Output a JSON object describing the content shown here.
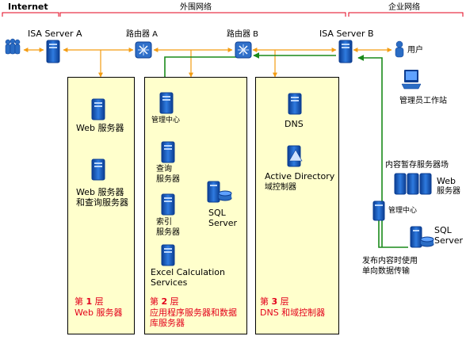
{
  "zones": {
    "internet": "Internet",
    "perimeter": "外围网络",
    "corporate": "企业网络"
  },
  "nodes": {
    "isa_a": "ISA Server A",
    "router_a": "路由器 A",
    "router_b": "路由器 B",
    "isa_b": "ISA Server B",
    "users": "用户",
    "admin_workstation": "管理员工作站"
  },
  "tier1": {
    "web1": "Web 服务器",
    "web2_line1": "Web 服务器",
    "web2_line2": "和查询服务器",
    "tier_label": "第 1 层",
    "tier_desc": "Web 服务器",
    "tier_num": "1"
  },
  "tier2": {
    "admin_center": "管理中心",
    "query_line1": "查询",
    "query_line2": "服务器",
    "index_line1": "索引",
    "index_line2": "服务器",
    "sql_line1": "SQL",
    "sql_line2": "Server",
    "excel_line1": "Excel Calculation",
    "excel_line2": "Services",
    "tier_desc_line1": "应用程序服务器和数据",
    "tier_desc_line2": "库服务器"
  },
  "tier3": {
    "dns": "DNS",
    "ad_line1": "Active Directory",
    "ad_line2": "域控制器",
    "tier_desc": "DNS 和域控制器"
  },
  "corporate": {
    "staging_farm": "内容暂存服务器场",
    "web_line1": "Web",
    "web_line2": "服务器",
    "admin_center": "管理中心",
    "sql_line1": "SQL",
    "sql_line2": "Server",
    "publish_line1": "发布内容时使用",
    "publish_line2": "单向数据传输"
  },
  "tier_prefix": "第",
  "tier_suffix": "层",
  "tier_numbers": [
    "1",
    "2",
    "3"
  ],
  "colors": {
    "tier_fill": "#ffffcc",
    "zone_bracket": "#e3001b",
    "orange_link": "#f39c12",
    "green_flow": "#1a8a1a",
    "server_blue": "#1f5fb4",
    "label_red": "#e3001b"
  }
}
